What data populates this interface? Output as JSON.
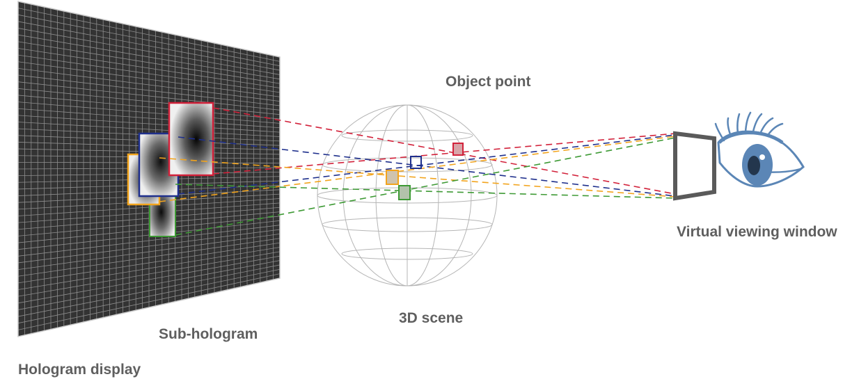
{
  "labels": {
    "object_point": "Object point",
    "virtual_viewing_window": "Virtual viewing window",
    "scene_3d": "3D scene",
    "sub_hologram": "Sub-hologram",
    "hologram_display": "Hologram display"
  },
  "icons": {
    "eye": "eye-icon",
    "viewing_window": "viewing-window-frame"
  },
  "colors": {
    "red": "#d2213a",
    "blue": "#1e2f8c",
    "orange": "#f2a41d",
    "green": "#3e9a35",
    "display_bg": "#333333",
    "grid": "#8d8d8d",
    "sphere": "#b5b5b5",
    "text": "#5f5f5f",
    "eye_iris": "#5b86b6"
  }
}
